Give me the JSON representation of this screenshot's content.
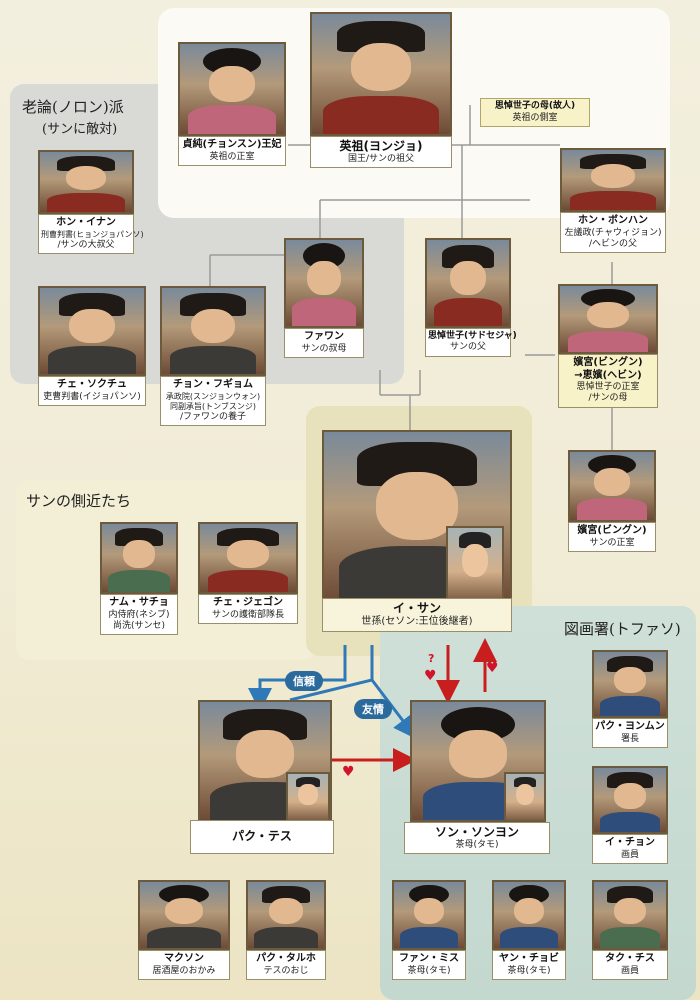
{
  "groups": {
    "noron_title": "老論(ノロン)派",
    "noron_sub": "(サンに敵対)",
    "aides_title": "サンの側近たち",
    "tohwaso_title": "図画署(トファソ)"
  },
  "relations": {
    "trust": "信頼",
    "friendship": "友情"
  },
  "people": {
    "junsun": {
      "name": "貞純(チョンスン)王妃",
      "role": "英祖の正室"
    },
    "yeongjo": {
      "name": "英祖(ヨンジョ)",
      "role": "国王/サンの祖父"
    },
    "mother_sado": {
      "name": "思悼世子の母(故人)",
      "role": "英祖の側室"
    },
    "hong_inan": {
      "name": "ホン・イナン",
      "role": "刑曹判書(ヒョンジョパンソ)",
      "role2": "/サンの大叔父"
    },
    "hong_bonghan": {
      "name": "ホン・ボンハン",
      "role": "左議政(チャウィジョン)",
      "role2": "/ヘビンの父"
    },
    "hwawan": {
      "name": "ファワン",
      "role": "サンの叔母"
    },
    "sado": {
      "name": "思悼世子(サドセジャ)",
      "role": "サンの父"
    },
    "hyebin": {
      "name": "嬪宮(ビングン)",
      "name2": "→恵嬪(ヘビン)",
      "role": "思悼世子の正室",
      "role2": "/サンの母"
    },
    "che_sokchu": {
      "name": "チェ・ソクチュ",
      "role": "吏曹判書(イジョパンソ)"
    },
    "jeong_hugyeom": {
      "name": "チョン・フギョム",
      "role": "承政院(スンジョンウォン)",
      "role2": "同副承旨(トンブスンジ)",
      "role3": "/ファワンの養子"
    },
    "san": {
      "name": "イ・サン",
      "role": "世孫(セソン:王位後継者)"
    },
    "san_wife": {
      "name": "嬪宮(ビングン)",
      "role": "サンの正室"
    },
    "nam_sacho": {
      "name": "ナム・サチョ",
      "role": "内侍府(ネシブ)",
      "role2": "尚洗(サンセ)"
    },
    "che_jegon": {
      "name": "チェ・ジェゴン",
      "role": "サンの護衛部隊長"
    },
    "park_teso": {
      "name": "パク・テス"
    },
    "song_yeon": {
      "name": "ソン・ソンヨン",
      "role": "茶母(タモ)"
    },
    "park_yeongmun": {
      "name": "パク・ヨンムン",
      "role": "署長"
    },
    "lee_chon": {
      "name": "イ・チョン",
      "role": "画員"
    },
    "makson": {
      "name": "マクソン",
      "role": "居酒屋のおかみ"
    },
    "park_talho": {
      "name": "パク・タルホ",
      "role": "テスのおじ"
    },
    "hwang_misu": {
      "name": "ファン・ミス",
      "role": "茶母(タモ)"
    },
    "yang_chobi": {
      "name": "ヤン・チョビ",
      "role": "茶母(タモ)"
    },
    "tak_chisu": {
      "name": "タク・チス",
      "role": "画員"
    }
  },
  "colors": {
    "line_gray": "#9a9a9a",
    "arrow_blue": "#2f79b8",
    "arrow_red": "#c81e1e",
    "heart_red": "#d0142a"
  }
}
